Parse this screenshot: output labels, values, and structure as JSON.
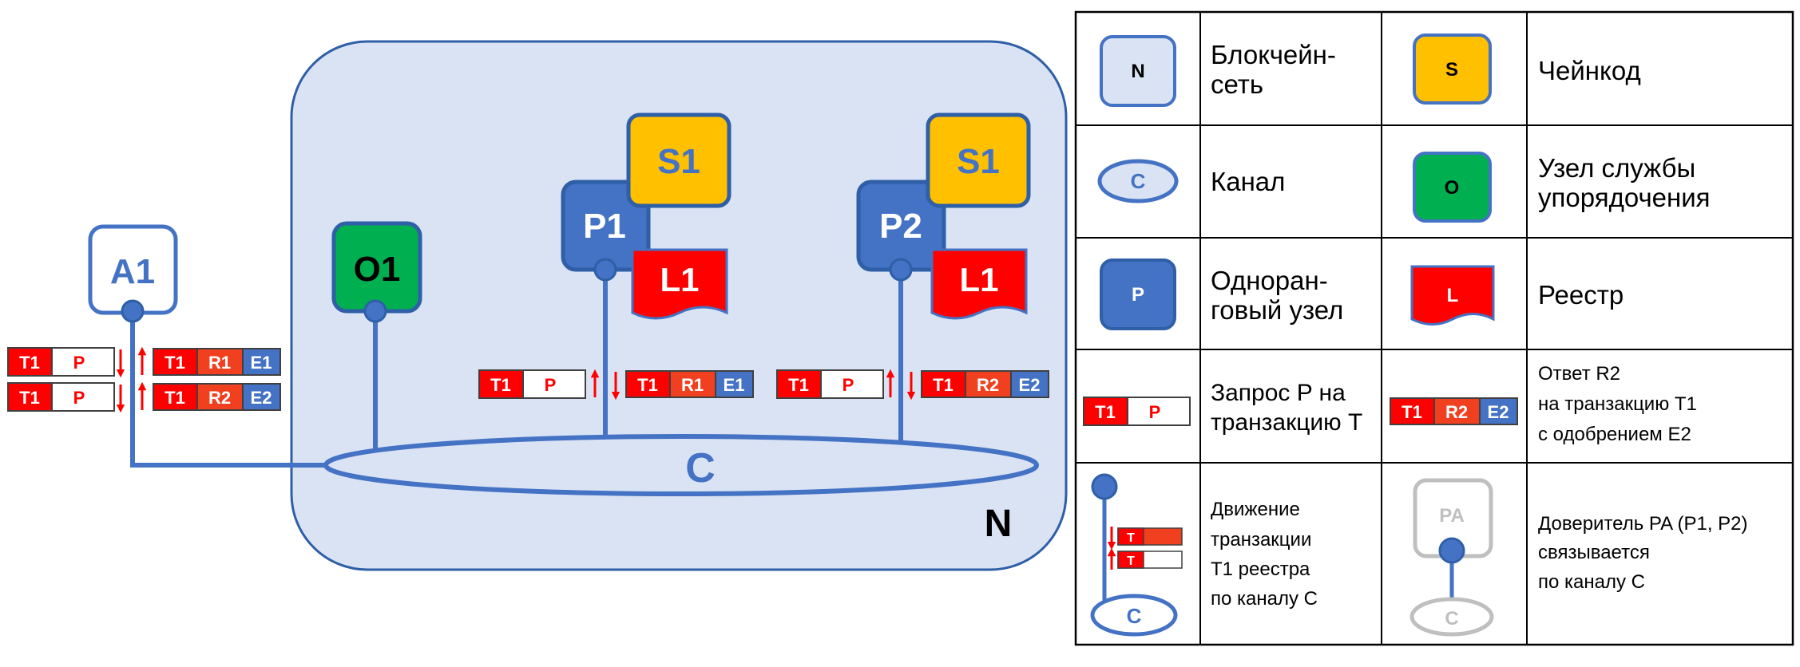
{
  "colors": {
    "blue": "#4472C4",
    "dark_blue": "#2E5FA7",
    "network_fill": "#DAE3F3",
    "network_stroke": "#4472C4",
    "red": "#FF0000",
    "orange_red": "#F04020",
    "yellow": "#FFC000",
    "green": "#00B050",
    "gray": "#BFBFBF"
  },
  "diagram": {
    "network_label": "N",
    "channel_label": "C",
    "app": "A1",
    "orderer": "O1",
    "peer1": {
      "name": "P1",
      "chaincode": "S1",
      "ledger": "L1"
    },
    "peer2": {
      "name": "P2",
      "chaincode": "S1",
      "ledger": "L1"
    },
    "app_msgs": {
      "req1": {
        "t": "T1",
        "p": "P"
      },
      "req2": {
        "t": "T1",
        "p": "P"
      },
      "resp1": {
        "t": "T1",
        "r": "R1",
        "e": "E1"
      },
      "resp2": {
        "t": "T1",
        "r": "R2",
        "e": "E2"
      }
    },
    "p1_msgs": {
      "req": {
        "t": "T1",
        "p": "P"
      },
      "resp": {
        "t": "T1",
        "r": "R1",
        "e": "E1"
      }
    },
    "p2_msgs": {
      "req": {
        "t": "T1",
        "p": "P"
      },
      "resp": {
        "t": "T1",
        "r": "R2",
        "e": "E2"
      }
    }
  },
  "legend": {
    "network": {
      "icon": "N",
      "label_line1": "Блокчейн-",
      "label_line2": "сеть"
    },
    "chaincode": {
      "icon": "S",
      "label": "Чейнкод"
    },
    "channel": {
      "icon": "C",
      "label": "Канал"
    },
    "orderer": {
      "icon": "O",
      "label_line1": "Узел службы",
      "label_line2": "упорядочения"
    },
    "peer": {
      "icon": "P",
      "label_line1": "Одноран-",
      "label_line2": "говый узел"
    },
    "ledger": {
      "icon": "L",
      "label": "Реестр"
    },
    "request": {
      "t": "T1",
      "p": "P",
      "label_line1": "Запрос P на",
      "label_line2": "транзакцию T"
    },
    "response": {
      "t": "T1",
      "r": "R2",
      "e": "E2",
      "label_line1": "Ответ R2",
      "label_line2": "на транзакцию T1",
      "label_line3": "с одобрением E2"
    },
    "movement": {
      "t": "T",
      "c": "C",
      "label_line1": "Движение",
      "label_line2": "транзакции",
      "label_line3": "T1 реестра",
      "label_line4": "по каналу C"
    },
    "endorser": {
      "icon": "PA",
      "c": "C",
      "label_line1": "Доверитель PA (P1, P2)",
      "label_line2": "связывается",
      "label_line3": "по каналу C"
    }
  }
}
